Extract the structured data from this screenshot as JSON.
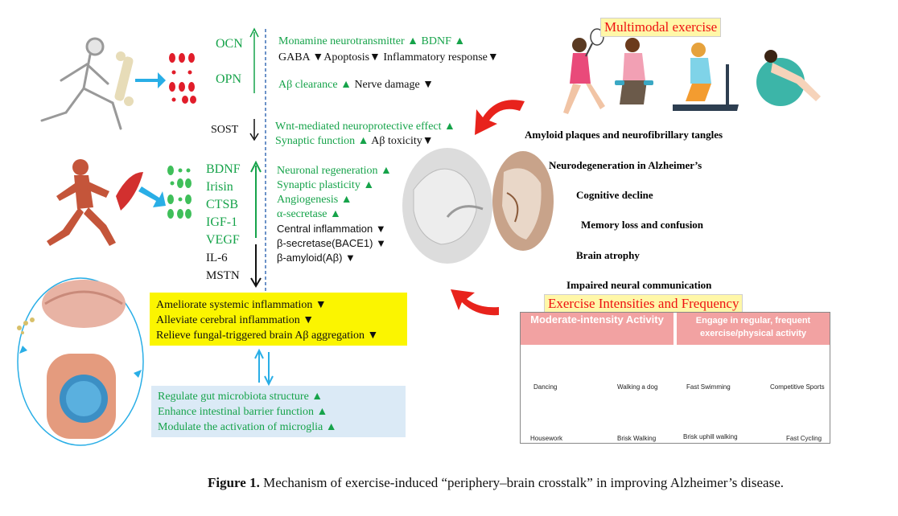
{
  "top_labels": {
    "ocn": "OCN",
    "opn": "OPN",
    "sost": "SOST"
  },
  "muscle_labels": [
    "BDNF",
    "Irisin",
    "CTSB",
    "IGF-1",
    "VEGF",
    "IL-6",
    "MSTN"
  ],
  "bone_effects": {
    "line1_green": "Monamine neurotransmitter ▲ BDNF ▲",
    "line2_black": "GABA ▼Apoptosis▼ Inflammatory response▼",
    "line3_green": "Aβ clearance ▲",
    "line3_black": "Nerve damage ▼",
    "line4_green": "Wnt-mediated neuroprotective effect ▲",
    "line5_green": "Synaptic function ▲",
    "line5_black": "Aβ toxicity▼"
  },
  "muscle_effects": {
    "green": [
      "Neuronal regeneration ▲",
      "Synaptic plasticity ▲",
      "Angiogenesis ▲",
      "α-secretase ▲"
    ],
    "black": [
      "Central inflammation ▼",
      "β-secretase(BACE1) ▼",
      "β-amyloid(Aβ) ▼"
    ]
  },
  "yellow_box": [
    "Ameliorate systemic inflammation ▼",
    "Alleviate cerebral inflammation ▼",
    "Relieve fungal-triggered brain Aβ aggregation ▼"
  ],
  "blue_box": [
    "Regulate gut microbiota structure ▲",
    "Enhance intestinal barrier function ▲",
    "Modulate the activation of microglia ▲"
  ],
  "multimodal_title": "Multimodal exercise",
  "symptoms": [
    "Amyloid plaques and neurofibrillary tangles",
    "Neurodegeneration in Alzheimer’s",
    "Cognitive decline",
    "Memory loss and confusion",
    "Brain atrophy",
    "Impaired neural communication"
  ],
  "intensity_title": "Exercise Intensities and Frequency",
  "panel": {
    "left_head": "Moderate-intensity Activity",
    "right_head": "Engage in regular, frequent exercise/physical activity",
    "activities": [
      "Dancing",
      "Walking a dog",
      "Fast Swimming",
      "Competitive Sports",
      "Housework",
      "Brisk Walking",
      "Brisk uphill walking",
      "Fast Cycling"
    ]
  },
  "caption": {
    "label": "Figure 1.",
    "text": "Mechanism of exercise-induced “periphery–brain crosstalk” in improving Alzheimer’s disease."
  },
  "colors": {
    "green": "#16a34a",
    "yellow": "#fbf500",
    "light_blue": "#dbeaf6",
    "red_arrow": "#e8231c",
    "cyan_arrow": "#29aee6",
    "panel_pink": "#f2a2a2"
  }
}
